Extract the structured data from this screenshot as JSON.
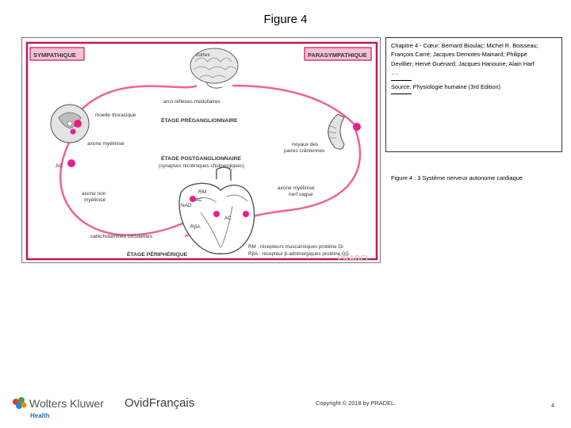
{
  "slide": {
    "title": "Figure 4",
    "page_number": "4",
    "copyright": "Copyright © 2018 by PRADEL."
  },
  "caption_box": {
    "lines": [
      "Chapitre 4 - Cœur: Bernard Bioulac; Michel R. Boisseau;",
      "François Carré; Jacques Demotes-Mainard; Philippe",
      "Devillier; Hervé Guénard; Jacques Hanoune; Alain Harf",
      "…."
    ],
    "source": "Source: Physiologie humaine (3rd Edition)"
  },
  "figure_caption": "Figure 4 : 3 Système nerveux autonome cardiaque",
  "figure": {
    "labels": {
      "sympathique": "SYMPATHIQUE",
      "parasympathique": "PARASYMPATHIQUE",
      "cortex": "cortex",
      "arcs_reflexes": "arcs réflexes médullaires",
      "moelle": "moelle thoracique",
      "etage_pre": "ÉTAGE PRÉGANGLIONNAIRE",
      "axone_myelinise": "axone myélinisé",
      "ac_left": "AC",
      "etage_post": "ÉTAGE POSTGANGLIONNAIRE",
      "synapses": "(synapses nicotiniques cholinergiques)",
      "noyaux_1": "noyaux des",
      "noyaux_2": "paires crâniennes",
      "axone_non_1": "axone non",
      "axone_non_2": "myélinisé",
      "rm": "RM",
      "ac_heart": "AC",
      "nad": "NAD",
      "ac_right": "AC",
      "rba": "RβA",
      "axone_nerf_1": "axone myélinisé",
      "axone_nerf_2": "nerf vague",
      "catecho": "catécholamines circulantes",
      "legend_1": "RM : récepteurs muscariniques protéine Gi",
      "legend_2": "RβA : récepteur β-adrénergiques protéine GS",
      "etage_peri": "ÉTAGE PÉRIPHÉRIQUE",
      "watermark": "PRADEL"
    }
  },
  "logos": {
    "wolters_kluwer": "Wolters Kluwer",
    "health": "Health",
    "ovid": "OvidFrançais"
  },
  "colors": {
    "frame_magenta": "#c2185b",
    "nerve_pink": "#f06292",
    "node_pink": "#e91e8c"
  }
}
